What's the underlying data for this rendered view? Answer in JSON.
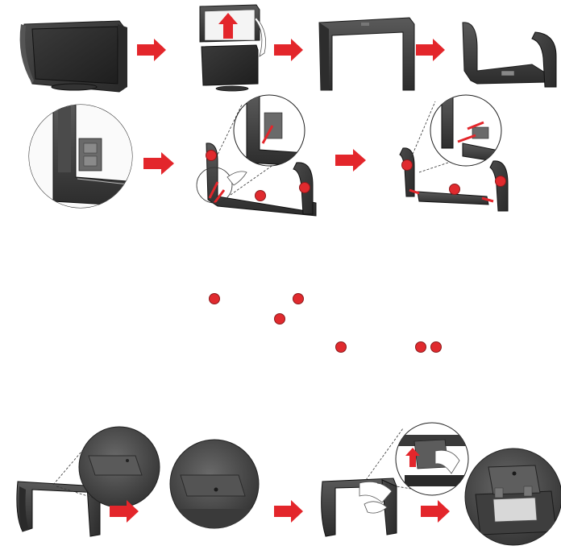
{
  "diagram": {
    "title": "",
    "accent_color": "#e3262b",
    "panel_color": "#3d3d3d",
    "panel_edge_color": "#1c1c1c",
    "label_text": "",
    "steps_row1": [
      "monitor-with-hood",
      "lift-hood-off",
      "hood-front",
      "hood-rotated"
    ],
    "steps_row2": [
      "corner-joint-detail",
      "release-side-panels",
      "separated-panels"
    ],
    "steps_row3": [
      "hood-cover-hatch",
      "hatch-closeup",
      "open-hatch",
      "hatch-open-closeup"
    ],
    "marker_icon": "red-circle-marker",
    "arrow_icon": "red-right-arrow"
  }
}
